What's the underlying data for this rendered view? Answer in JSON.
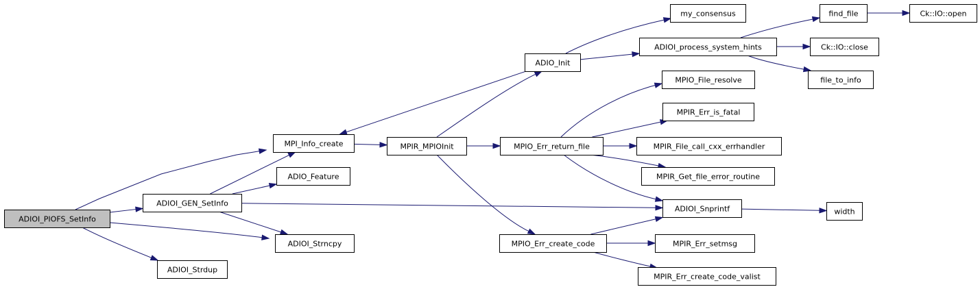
{
  "graph": {
    "edge_color": "#191970",
    "root_fill": "#bfbfbf",
    "nodes": [
      {
        "id": "piofs_setinfo",
        "label": "ADIOI_PIOFS_SetInfo",
        "root": true
      },
      {
        "id": "mpi_info_create",
        "label": "MPI_Info_create"
      },
      {
        "id": "gen_setinfo",
        "label": "ADIOI_GEN_SetInfo"
      },
      {
        "id": "strncpy",
        "label": "ADIOI_Strncpy"
      },
      {
        "id": "strdup",
        "label": "ADIOI_Strdup"
      },
      {
        "id": "mpir_mpioinit",
        "label": "MPIR_MPIOInit"
      },
      {
        "id": "adio_feature",
        "label": "ADIO_Feature"
      },
      {
        "id": "snprintf",
        "label": "ADIOI_Snprintf"
      },
      {
        "id": "adio_init",
        "label": "ADIO_Init"
      },
      {
        "id": "err_return_file",
        "label": "MPIO_Err_return_file"
      },
      {
        "id": "err_create_code",
        "label": "MPIO_Err_create_code"
      },
      {
        "id": "my_consensus",
        "label": "my_consensus"
      },
      {
        "id": "process_hints",
        "label": "ADIOI_process_system_hints"
      },
      {
        "id": "file_resolve",
        "label": "MPIO_File_resolve"
      },
      {
        "id": "err_is_fatal",
        "label": "MPIR_Err_is_fatal"
      },
      {
        "id": "file_call_cxx",
        "label": "MPIR_File_call_cxx_errhandler"
      },
      {
        "id": "get_file_error",
        "label": "MPIR_Get_file_error_routine"
      },
      {
        "id": "width",
        "label": "width"
      },
      {
        "id": "err_setmsg",
        "label": "MPIR_Err_setmsg"
      },
      {
        "id": "err_create_valist",
        "label": "MPIR_Err_create_code_valist"
      },
      {
        "id": "find_file",
        "label": "find_file"
      },
      {
        "id": "ck_close",
        "label": "Ck::IO::close"
      },
      {
        "id": "file_to_info",
        "label": "file_to_info"
      },
      {
        "id": "ck_open",
        "label": "Ck::IO::open"
      }
    ],
    "edges": [
      {
        "from": "piofs_setinfo",
        "to": "mpi_info_create"
      },
      {
        "from": "piofs_setinfo",
        "to": "gen_setinfo"
      },
      {
        "from": "piofs_setinfo",
        "to": "strncpy"
      },
      {
        "from": "piofs_setinfo",
        "to": "strdup"
      },
      {
        "from": "mpi_info_create",
        "to": "mpir_mpioinit"
      },
      {
        "from": "mpir_mpioinit",
        "to": "adio_init"
      },
      {
        "from": "mpir_mpioinit",
        "to": "err_return_file"
      },
      {
        "from": "mpir_mpioinit",
        "to": "err_create_code"
      },
      {
        "from": "adio_init",
        "to": "mpi_info_create"
      },
      {
        "from": "adio_init",
        "to": "my_consensus"
      },
      {
        "from": "adio_init",
        "to": "process_hints"
      },
      {
        "from": "process_hints",
        "to": "find_file"
      },
      {
        "from": "process_hints",
        "to": "ck_close"
      },
      {
        "from": "process_hints",
        "to": "file_to_info"
      },
      {
        "from": "find_file",
        "to": "ck_open"
      },
      {
        "from": "err_return_file",
        "to": "file_resolve"
      },
      {
        "from": "err_return_file",
        "to": "err_is_fatal"
      },
      {
        "from": "err_return_file",
        "to": "file_call_cxx"
      },
      {
        "from": "err_return_file",
        "to": "get_file_error"
      },
      {
        "from": "err_return_file",
        "to": "snprintf"
      },
      {
        "from": "gen_setinfo",
        "to": "mpi_info_create"
      },
      {
        "from": "gen_setinfo",
        "to": "adio_feature"
      },
      {
        "from": "gen_setinfo",
        "to": "strncpy"
      },
      {
        "from": "gen_setinfo",
        "to": "snprintf"
      },
      {
        "from": "snprintf",
        "to": "width"
      },
      {
        "from": "err_create_code",
        "to": "snprintf"
      },
      {
        "from": "err_create_code",
        "to": "err_setmsg"
      },
      {
        "from": "err_create_code",
        "to": "err_create_valist"
      }
    ]
  }
}
